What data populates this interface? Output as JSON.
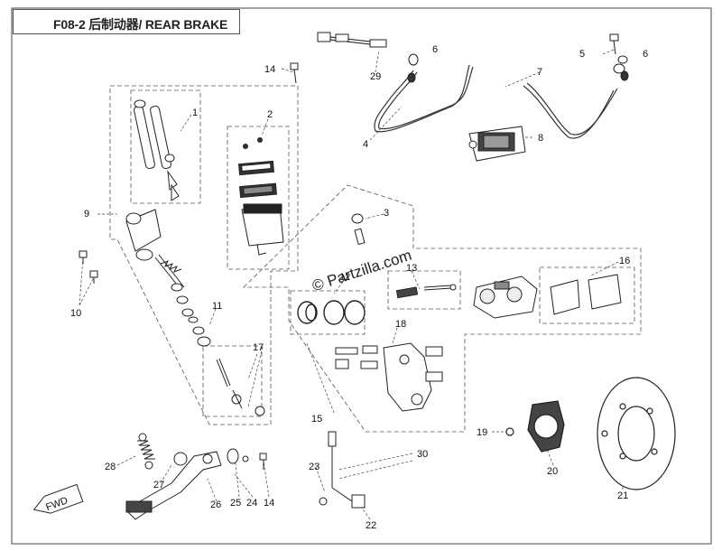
{
  "header": {
    "title": "F08-2 后制动器/ REAR BRAKE"
  },
  "watermark": "© Partzilla.com",
  "badge": "FWD",
  "callouts": {
    "c1": "1",
    "c2": "2",
    "c3": "3",
    "c4": "4",
    "c5": "5",
    "c6a": "6",
    "c6b": "6",
    "c7": "7",
    "c8": "8",
    "c9": "9",
    "c10": "10",
    "c11": "11",
    "c12": "12",
    "c13": "13",
    "c14a": "14",
    "c14b": "14",
    "c15": "15",
    "c16": "16",
    "c17": "17",
    "c18": "18",
    "c19": "19",
    "c20": "20",
    "c21": "21",
    "c22": "22",
    "c23": "23",
    "c24": "24",
    "c25": "25",
    "c26": "26",
    "c27": "27",
    "c28": "28",
    "c29": "29",
    "c30": "30"
  }
}
